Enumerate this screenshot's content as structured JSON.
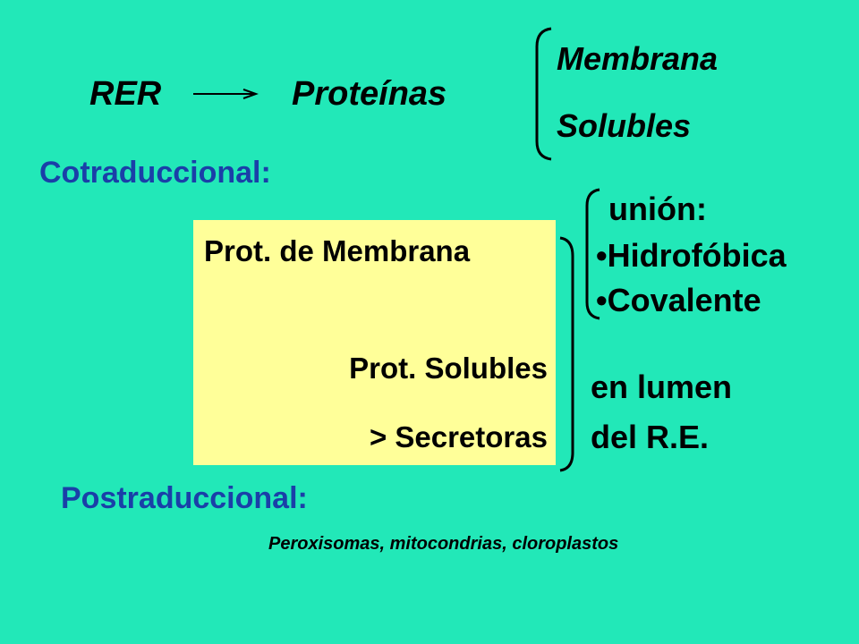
{
  "slide": {
    "rer_label": "RER",
    "proteinas_label": "Proteínas",
    "tipos": {
      "membrana": "Membrana",
      "solubles": "Solubles"
    },
    "cotraduccional": {
      "heading": "Cotraduccional:",
      "box": {
        "prot_membrana": "Prot. de Membrana",
        "prot_solubles": "Prot. Solubles",
        "secretoras": "> Secretoras"
      },
      "union": {
        "title": "unión:",
        "items": [
          "•Hidrofóbica",
          "•Covalente"
        ]
      },
      "destino": {
        "line1": "en lumen",
        "line2": "del R.E."
      }
    },
    "postraduccional": {
      "heading": "Postraduccional:",
      "organelos": "Peroxisomas, mitocondrias, cloroplastos"
    },
    "colors": {
      "background": "#22e8b8",
      "box_fill": "#ffff99",
      "heading_blue": "#1a3fa8",
      "text": "#000000"
    }
  }
}
